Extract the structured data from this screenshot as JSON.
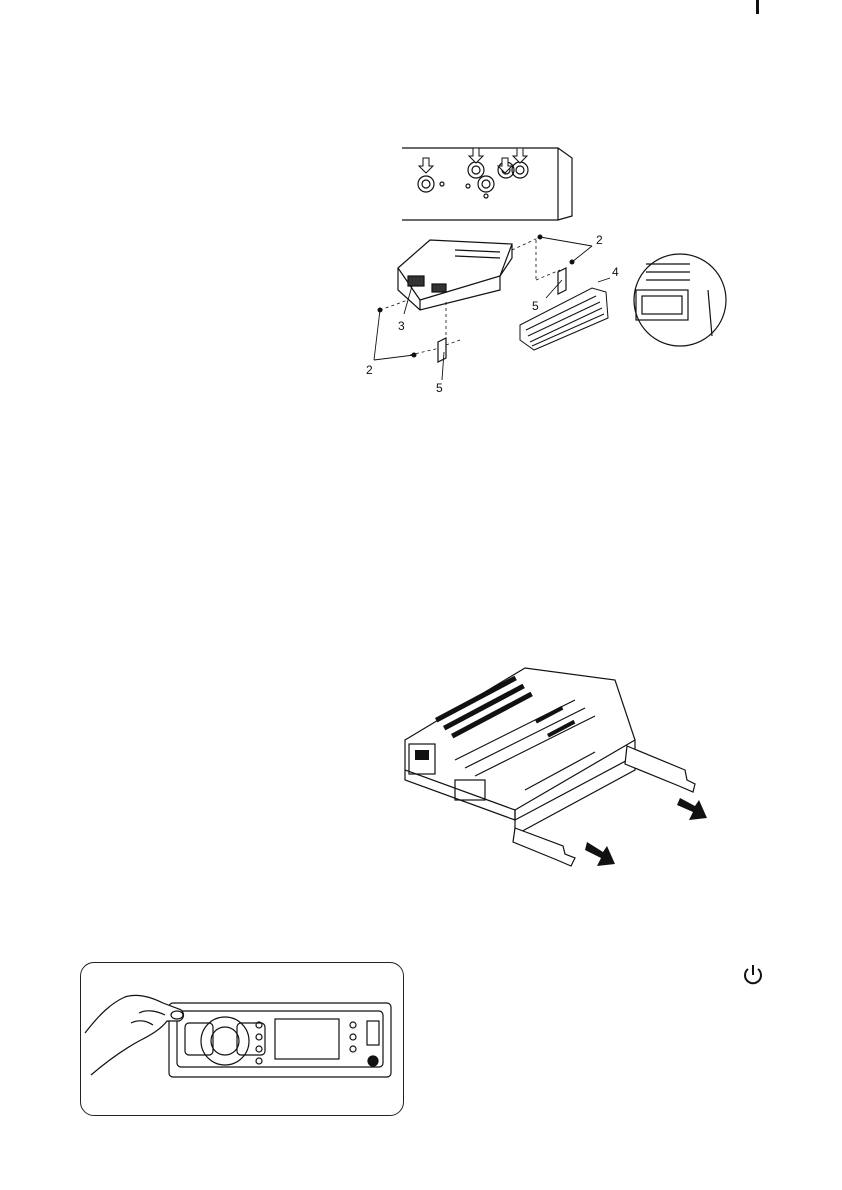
{
  "figure1": {
    "callouts": [
      "2",
      "3",
      "2",
      "5",
      "5",
      "4"
    ]
  },
  "icons": {
    "power": "power-icon",
    "arrow1": "arrow-right-down-icon",
    "arrow2": "arrow-right-down-icon"
  }
}
